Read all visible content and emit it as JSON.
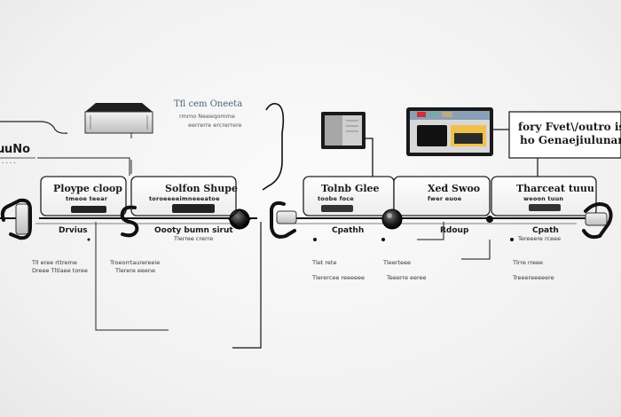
{
  "left_edge_label": "ɹuNo",
  "left_edge_caption": "- - - -",
  "top_center_title": "Tfl cem Oneeta",
  "top_center_lines": [
    "rmmo Neeeqomme",
    "eerrerre ercrerrere"
  ],
  "right_callout": [
    "fory Fvet\\/outro is a",
    "ho Genaejiulunar"
  ],
  "stages": [
    {
      "title": "Ploype cloop",
      "subtitle": "tmeoe teear",
      "lower": "Drvius",
      "notes": [
        "Tll eree rttreme",
        "Dreee Tltlaee toree"
      ]
    },
    {
      "title": "Solfon Shupe",
      "subtitle": "toroeeeeimneeeatoe",
      "lower": "Oooty bumn sirut",
      "notes": [
        "Troeorrtaurereeie",
        "Tlerere eeene"
      ]
    },
    {
      "title": "Tolnb Glee",
      "subtitle": "toobe foce",
      "lower": "Cpathh",
      "notes": [
        "Tlet rete",
        "Tlerercee reeeeee"
      ]
    },
    {
      "title": "Xed Swoo",
      "subtitle": "fwer euoe",
      "lower": "Rdoup",
      "notes": [
        "Tleerteee",
        "Teeerre eeree"
      ]
    },
    {
      "title": "Tharceat tuuu",
      "subtitle": "weoon tuun",
      "lower": "Cpath",
      "notes": [
        "Tlrre rreee",
        "Treeereeeeere"
      ]
    }
  ],
  "mid_notes": [
    "Tlerree crerre",
    "Tereeere rceee"
  ]
}
